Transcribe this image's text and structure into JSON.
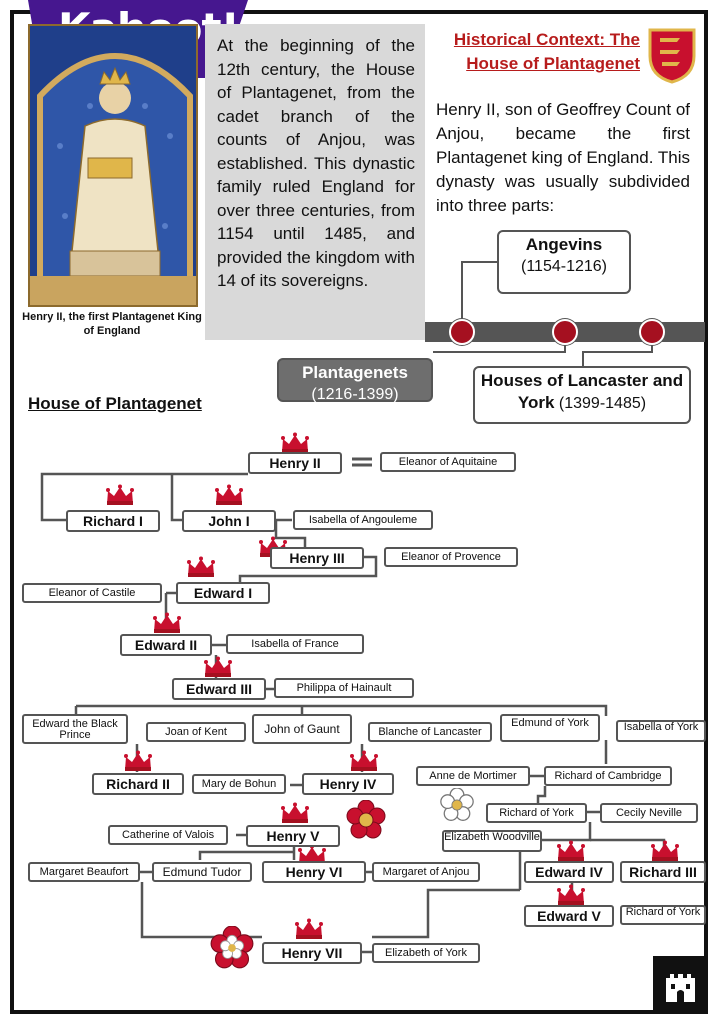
{
  "logo": {
    "text": "Kahoot!"
  },
  "portrait": {
    "caption": "Henry II, the first Plantagenet King of England"
  },
  "intro": {
    "text": "At the beginning of the 12th century, the House of Plantagenet, from the cadet branch of the counts of Anjou, was established. This dynastic family ruled England for over three centuries, from 1154 until 1485, and provided the kingdom with 14 of its sovereigns."
  },
  "context": {
    "title": "Historical Context: The House of Plantagenet",
    "body": "Henry II, son of Geoffrey Count of Anjou, became the first Plantagenet king of England. This dynasty was usually subdivided into three parts:"
  },
  "eras": [
    {
      "name": "Angevins",
      "years": "(1154-1216)"
    },
    {
      "name": "Plantagenets",
      "years": "(1216-1399)"
    },
    {
      "name": "Houses of Lancaster and York",
      "years": "(1399-1485)"
    }
  ],
  "tree": {
    "title": "House of Plantagenet",
    "people": {
      "henry_ii": "Henry II",
      "eleanor_aquitaine": "Eleanor of Aquitaine",
      "richard_i": "Richard I",
      "john_i": "John I",
      "isabella_angouleme": "Isabella of Angouleme",
      "henry_iii": "Henry III",
      "eleanor_provence": "Eleanor of Provence",
      "eleanor_castile": "Eleanor of Castile",
      "edward_i": "Edward I",
      "edward_ii": "Edward II",
      "isabella_france": "Isabella of France",
      "edward_iii": "Edward III",
      "philippa_hainault": "Philippa of Hainault",
      "black_prince": "Edward the Black Prince",
      "joan_kent": "Joan of Kent",
      "john_gaunt": "John of Gaunt",
      "blanche_lancaster": "Blanche of Lancaster",
      "edmund_york": "Edmund of York",
      "isabella_york": "Isabella of York",
      "richard_ii": "Richard II",
      "mary_bohun": "Mary de Bohun",
      "henry_iv": "Henry IV",
      "anne_mortimer": "Anne de Mortimer",
      "richard_cambridge": "Richard of Cambridge",
      "richard_york": "Richard of York",
      "cecily_neville": "Cecily Neville",
      "catherine_valois": "Catherine of Valois",
      "henry_v": "Henry V",
      "elizabeth_woodville": "Elizabeth Woodville",
      "margaret_beaufort": "Margaret Beaufort",
      "edmund_tudor": "Edmund Tudor",
      "henry_vi": "Henry VI",
      "margaret_anjou": "Margaret of Anjou",
      "edward_iv": "Edward IV",
      "richard_iii": "Richard III",
      "edward_v": "Edward V",
      "richard_york_2": "Richard of York",
      "henry_vii": "Henry VII",
      "elizabeth_york": "Elizabeth of York"
    }
  },
  "colors": {
    "accent_red": "#a51020",
    "title_red": "#b71c1c",
    "badge_purple": "#46178f",
    "line_grey": "#555555",
    "intro_grey": "#d9d9d9"
  },
  "icons": [
    "crown-icon",
    "red-rose-icon",
    "white-rose-icon",
    "tudor-rose-icon",
    "castle-icon",
    "royal-shield-icon"
  ]
}
